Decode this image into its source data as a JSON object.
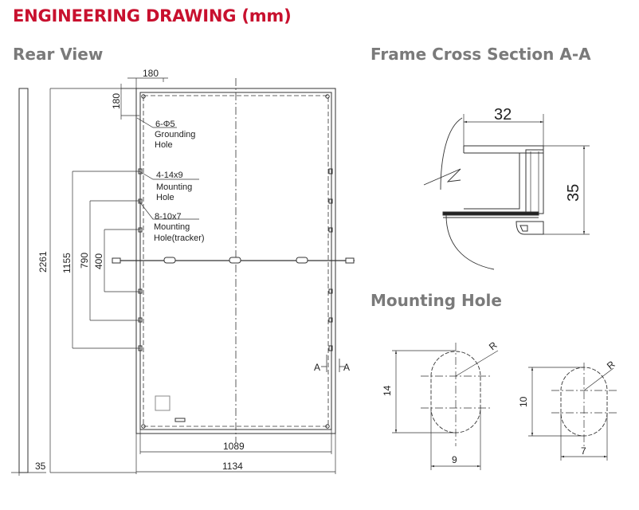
{
  "header": {
    "title": "ENGINEERING DRAWING (mm)"
  },
  "rear_view": {
    "heading": "Rear View",
    "dims": {
      "d180_top": "180",
      "d180_side": "180",
      "d2261": "2261",
      "d1155": "1155",
      "d790": "790",
      "d400": "400",
      "d1089": "1089",
      "d1134": "1134",
      "d35": "35"
    },
    "callouts": {
      "grounding": {
        "spec": "6-Φ5",
        "line1": "Grounding",
        "line2": "Hole"
      },
      "mounting": {
        "spec": "4-14x9",
        "line1": "Mounting",
        "line2": "Hole"
      },
      "tracker": {
        "spec": "8-10x7",
        "line1": "Mounting",
        "line2": "Hole(tracker)"
      }
    },
    "section_mark_left": "A",
    "section_mark_right": "A"
  },
  "cross_section": {
    "heading": "Frame Cross Section A-A",
    "width": "32",
    "height": "35"
  },
  "mounting_hole": {
    "heading": "Mounting Hole",
    "large": {
      "h": "14",
      "w": "9",
      "r": "R"
    },
    "small": {
      "h": "10",
      "w": "7",
      "r": "R"
    }
  }
}
